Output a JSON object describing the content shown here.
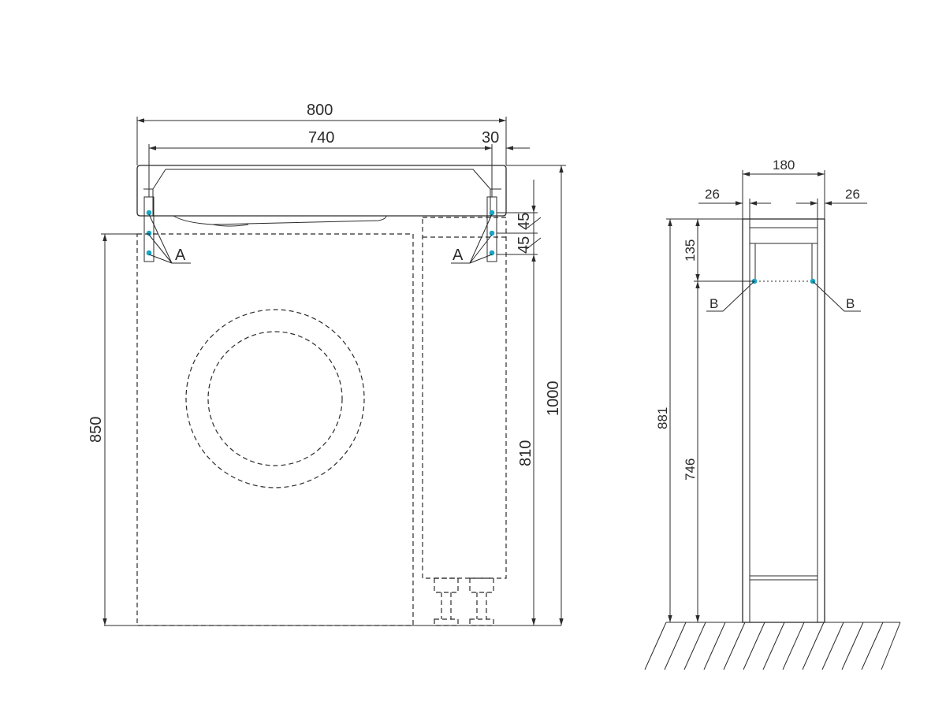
{
  "front_view": {
    "dim_total_width": "800",
    "dim_inner_width": "740",
    "dim_side_offset": "30",
    "dim_overall_height": "1000",
    "dim_cabinet_height": "850",
    "dim_inner_height": "810",
    "dim_bracket_1": "45",
    "dim_bracket_2": "45",
    "label_left": "A",
    "label_right": "A"
  },
  "side_view": {
    "dim_depth": "180",
    "dim_left_offset": "26",
    "dim_right_offset": "26",
    "dim_top_gap": "135",
    "dim_total_height": "881",
    "dim_lower_height": "746",
    "label_left": "B",
    "label_right": "B"
  },
  "colors": {
    "line": "#2b2b2b",
    "mount_point": "#1aa5c4",
    "background": "#ffffff"
  }
}
